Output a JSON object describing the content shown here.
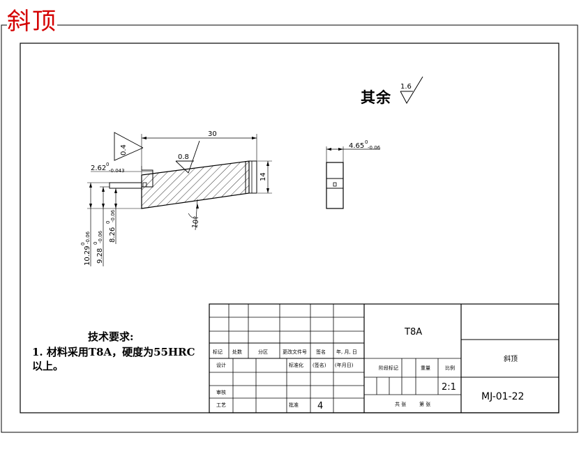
{
  "drawing_title": "斜顶",
  "surface_note": {
    "text": "其余",
    "roughness": "1.6"
  },
  "front_view": {
    "length": "30",
    "height": "14",
    "step_width": "2.62",
    "step_tol_upper": "0",
    "step_tol_lower": "-0.043",
    "dim_a": "10.29",
    "dim_a_upper": "0",
    "dim_a_lower": "-0.06",
    "dim_b": "9.28",
    "dim_b_upper": "0",
    "dim_b_lower": "-0.06",
    "dim_c": "8.26",
    "dim_c_upper": "0",
    "dim_c_lower": "-0.06",
    "roughness_top": "0.8",
    "roughness_side": "0.4",
    "angle": "10°"
  },
  "side_view": {
    "width": "4.65",
    "width_upper": "0",
    "width_lower": "-0.06"
  },
  "tech_requirements": {
    "title": "技术要求:",
    "line1": "1. 材料采用T8A，硬度为55HRC",
    "line2": "以上。"
  },
  "title_block": {
    "material": "T8A",
    "part_name": "斜顶",
    "drawing_number": "MJ-01-22",
    "scale": "2:1",
    "quantity": "4",
    "headers": [
      "标记",
      "处数",
      "分区",
      "更改文件号",
      "签名",
      "年, 月, 日"
    ],
    "row_design": [
      "设计",
      "标准化",
      "(签名)",
      "(年月日)"
    ],
    "stage_label": "阶段标记",
    "weight_label": "重量",
    "scale_label": "比例",
    "check_label": "审核",
    "process_label": "工艺",
    "approve_label": "批准",
    "sheets_total": "共 张",
    "sheet_no": "第 张"
  }
}
